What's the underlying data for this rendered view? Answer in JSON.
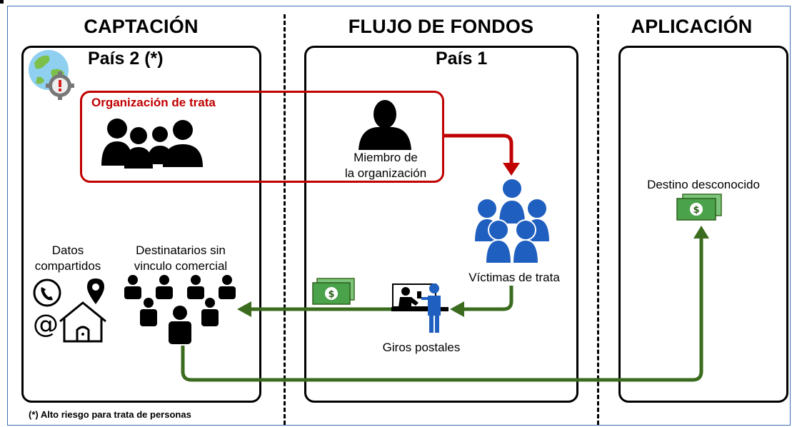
{
  "headings": {
    "captacion": "CAPTACIÓN",
    "flujo": "FLUJO DE FONDOS",
    "aplicacion": "APLICACIÓN"
  },
  "panels": {
    "pais2": "País 2 (*)",
    "pais1": "País 1"
  },
  "organization": {
    "title": "Organización de trata",
    "member_line1": "Miembro de",
    "member_line2": "la organización"
  },
  "labels": {
    "datos_line1": "Datos",
    "datos_line2": "compartidos",
    "dest_line1": "Destinatarios sin",
    "dest_line2": "vinculo comercial",
    "victimas": "Víctimas de trata",
    "giros": "Giros postales",
    "destino": "Destino desconocido"
  },
  "footnote": "(*) Alto riesgo para trata de personas",
  "colors": {
    "org_red": "#c00000",
    "flow_green": "#3a6b1e",
    "victim_blue": "#1f5fbf",
    "money_green": "#4aa24a",
    "frame_blue": "#3b6fb6"
  }
}
